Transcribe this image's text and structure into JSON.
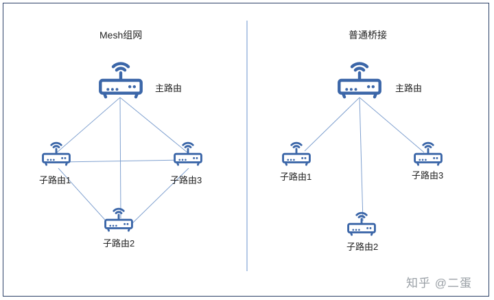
{
  "left_panel": {
    "title": "Mesh组网",
    "main_router_label": "主路由",
    "sub_router_1_label": "子路由1",
    "sub_router_2_label": "子路由2",
    "sub_router_3_label": "子路由3"
  },
  "right_panel": {
    "title": "普通桥接",
    "main_router_label": "主路由",
    "sub_router_1_label": "子路由1",
    "sub_router_2_label": "子路由2",
    "sub_router_3_label": "子路由3"
  },
  "watermark": "知乎 @二蛋",
  "colors": {
    "router": "#3b66a8",
    "link": "#7fa0cf",
    "divider": "#9bb5dd",
    "border": "#2a3f66"
  },
  "icons": {
    "router": "wifi-router-icon"
  }
}
